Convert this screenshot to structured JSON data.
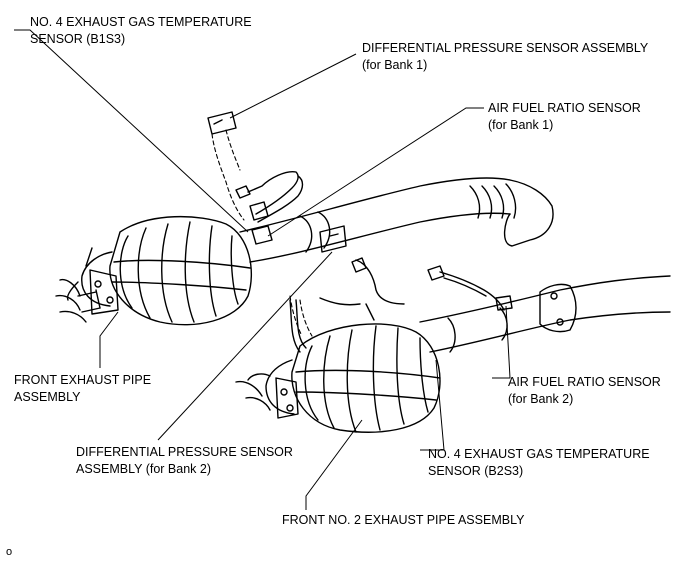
{
  "labels": {
    "egt_b1s3": {
      "line1": "NO. 4 EXHAUST GAS TEMPERATURE",
      "line2": "SENSOR (B1S3)"
    },
    "dps_bank1": {
      "line1": "DIFFERENTIAL PRESSURE SENSOR ASSEMBLY",
      "line2": "(for Bank 1)"
    },
    "afr_bank1": {
      "line1": "AIR FUEL RATIO SENSOR",
      "line2": "(for Bank 1)"
    },
    "front_pipe": {
      "line1": "FRONT EXHAUST PIPE",
      "line2": "ASSEMBLY"
    },
    "afr_bank2": {
      "line1": "AIR FUEL RATIO SENSOR",
      "line2": "(for Bank 2)"
    },
    "dps_bank2": {
      "line1": "DIFFERENTIAL PRESSURE SENSOR",
      "line2": "ASSEMBLY (for Bank 2)"
    },
    "egt_b2s3": {
      "line1": "NO. 4 EXHAUST GAS TEMPERATURE",
      "line2": "SENSOR (B2S3)"
    },
    "front_no2_pipe": {
      "line1": "FRONT NO. 2 EXHAUST PIPE ASSEMBLY"
    }
  },
  "corner_mark": "o"
}
